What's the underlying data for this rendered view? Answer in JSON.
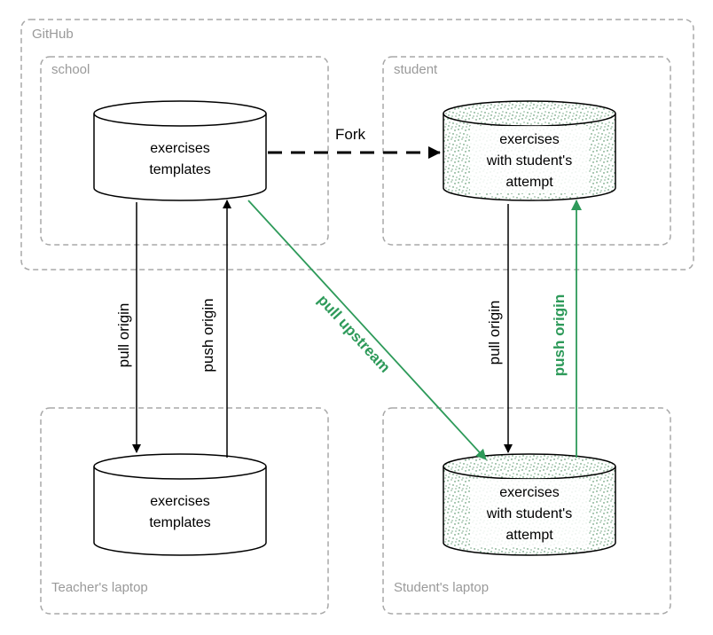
{
  "colors": {
    "border_gray": "#a8a8a8",
    "label_gray": "#9a9a9a",
    "arrow_black": "#000000",
    "arrow_green": "#2e9a5a",
    "speckle_green": "#2f7a45"
  },
  "regions": {
    "github": "GitHub",
    "school": "school",
    "student": "student",
    "teacher_laptop": "Teacher's laptop",
    "student_laptop": "Student's laptop"
  },
  "databases": {
    "school_repo": [
      "exercises",
      "templates"
    ],
    "student_repo": [
      "exercises",
      "with student's",
      "attempt"
    ],
    "teacher_local": [
      "exercises",
      "templates"
    ],
    "student_local": [
      "exercises",
      "with student's",
      "attempt"
    ]
  },
  "edges": {
    "fork": "Fork",
    "teacher_pull": "pull origin",
    "teacher_push": "push origin",
    "pull_upstream": "pull upstream",
    "student_pull": "pull origin",
    "student_push": "push origin"
  }
}
